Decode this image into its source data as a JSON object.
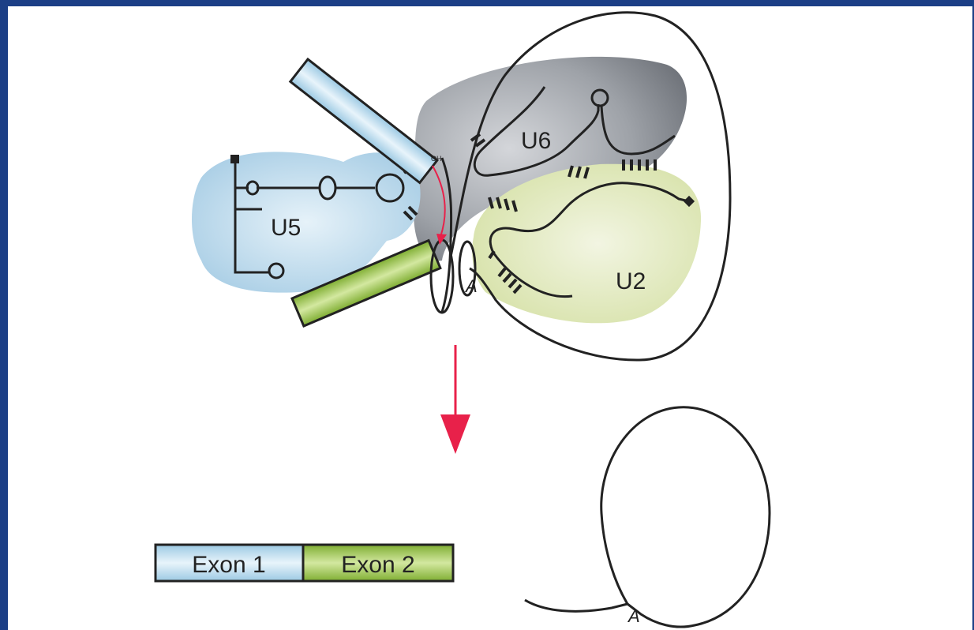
{
  "diagram": {
    "labels": {
      "u6": "U6",
      "u5": "U5",
      "u2": "U2",
      "branch_a_top": "A",
      "branch_a_bottom": "A",
      "oh": "OH"
    },
    "product": {
      "exon1": "Exon 1",
      "exon2": "Exon 2"
    },
    "colors": {
      "background_frame": "#1c3f86",
      "panel": "#ffffff",
      "u6_blob": "#8f9399",
      "u5_blob": "#c4dcec",
      "u2_blob": "#e4ebc4",
      "exon1": "#bcdcec",
      "exon2": "#9cc24c",
      "arrow": "#e8214a",
      "line": "#222222"
    }
  }
}
